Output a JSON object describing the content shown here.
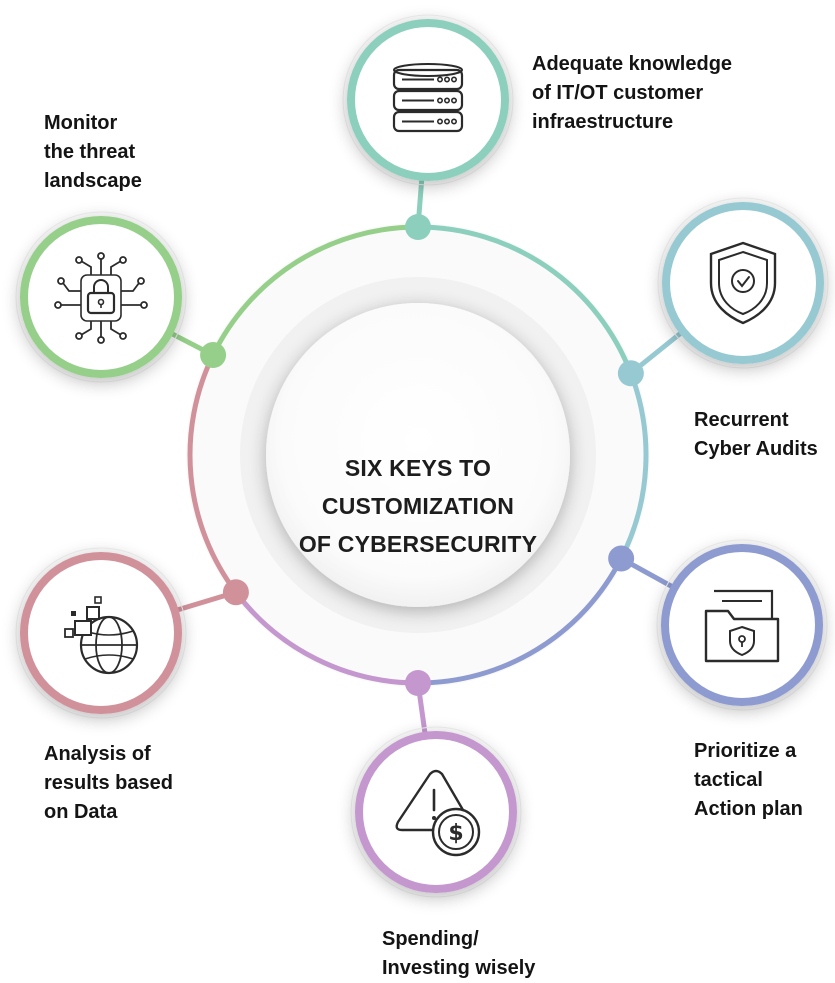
{
  "title_lines": [
    "SIX KEYS TO",
    "CUSTOMIZATION",
    "OF CYBERSECURITY"
  ],
  "keys": [
    {
      "id": "infrastructure",
      "color": "#8ccfbd",
      "icon": "server-icon",
      "label_lines": [
        "Adequate knowledge",
        "of IT/OT customer",
        "infraestructure"
      ]
    },
    {
      "id": "audits",
      "color": "#96c9d2",
      "icon": "shield-check-icon",
      "label_lines": [
        "Recurrent",
        "Cyber Audits"
      ]
    },
    {
      "id": "action-plan",
      "color": "#8e9bd0",
      "icon": "secure-folder-icon",
      "label_lines": [
        "Prioritize a",
        "tactical",
        "Action plan"
      ]
    },
    {
      "id": "spending",
      "color": "#c497cf",
      "icon": "warning-dollar-icon",
      "label_lines": [
        "Spending/",
        "Investing wisely"
      ]
    },
    {
      "id": "analysis",
      "color": "#d1919b",
      "icon": "data-globe-icon",
      "label_lines": [
        "Analysis of",
        "results based",
        "on Data"
      ]
    },
    {
      "id": "threat",
      "color": "#95cf8a",
      "icon": "network-lock-icon",
      "label_lines": [
        "Monitor",
        "the threat",
        "landscape"
      ]
    }
  ]
}
